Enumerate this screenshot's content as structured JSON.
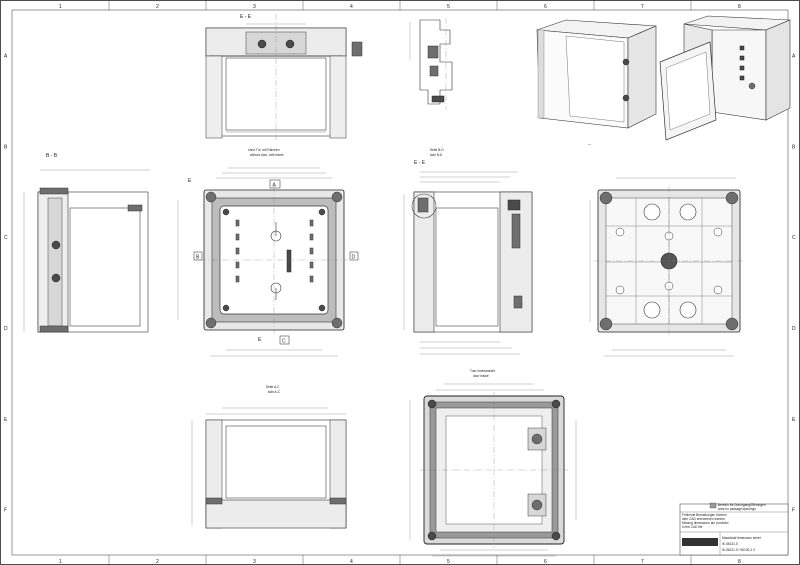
{
  "frame": {
    "col_labels": [
      "1",
      "2",
      "3",
      "4",
      "5",
      "6",
      "7",
      "8"
    ],
    "row_labels": [
      "A",
      "B",
      "C",
      "D",
      "E",
      "F"
    ]
  },
  "views": {
    "section_ee_top": {
      "title": "E - E"
    },
    "section_bb": {
      "title": "B - B"
    },
    "front_view": {
      "caption": [
        "ohne Tür, mit Rahmen",
        "without door, with frame"
      ],
      "marker_top": "A",
      "marker_left": "B",
      "marker_right": "D",
      "marker_bottom": "C",
      "marker_e": "E"
    },
    "side_bd": {
      "caption": [
        "Seite B-D",
        "side B-D"
      ],
      "title": "E - E"
    },
    "side_ac": {
      "caption": [
        "Seite A-C",
        "side A-C"
      ]
    },
    "door_inside": {
      "caption": [
        "Tuer innenansicht",
        "door inside"
      ]
    }
  },
  "title_block": {
    "note_de": "Bereich für Durchgang/Öffnungen",
    "note_en": "area for passage/openings",
    "remarks": [
      "Fehlende Bemaßungen können",
      "dem CAD entnommen werden",
      "Missing dimensions are provided",
      "in the CAD file"
    ],
    "title_de": "Massblatt/ dimension sheet",
    "title_code": "IK-56131-5",
    "drawing_no": "IK-56131-5 / 56130-2 3"
  }
}
